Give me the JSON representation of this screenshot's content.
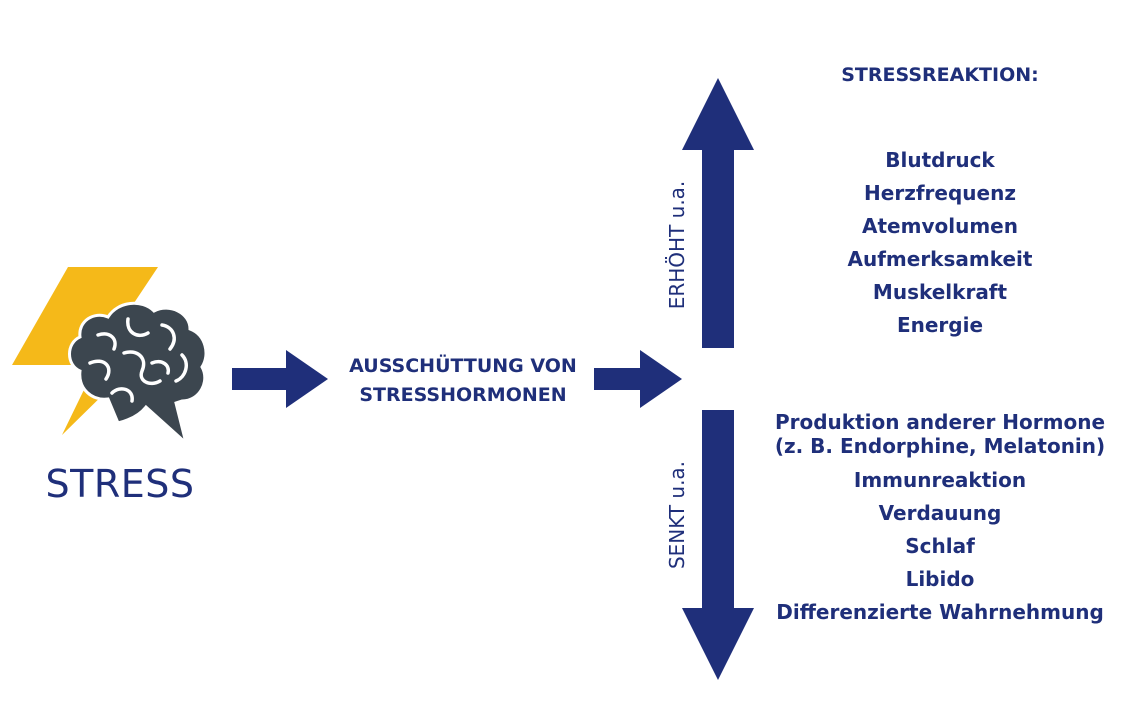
{
  "stress_label": "STRESS",
  "release_label": [
    "AUSSCHÜTTUNG VON",
    "STRESSHORMONEN"
  ],
  "reaction_title": "STRESSREAKTION:",
  "increases": {
    "label": "ERHÖHT u.a.",
    "items": [
      "Blutdruck",
      "Herzfrequenz",
      "Atemvolumen",
      "Aufmerksamkeit",
      "Muskelkraft",
      "Energie"
    ]
  },
  "decreases": {
    "label": "SENKT u.a.",
    "items": [
      "Produktion anderer Hormone",
      "(z. B. Endorphine, Melatonin)",
      "Immunreaktion",
      "Verdauung",
      "Schlaf",
      "Libido",
      "Differenzierte Wahrnehmung"
    ]
  },
  "colors": {
    "navy": "#1f2f7a",
    "bolt_yellow": "#f5b919",
    "brain_gray": "#3c464f"
  },
  "icons": [
    "lightning-bolt-icon",
    "brain-icon"
  ]
}
